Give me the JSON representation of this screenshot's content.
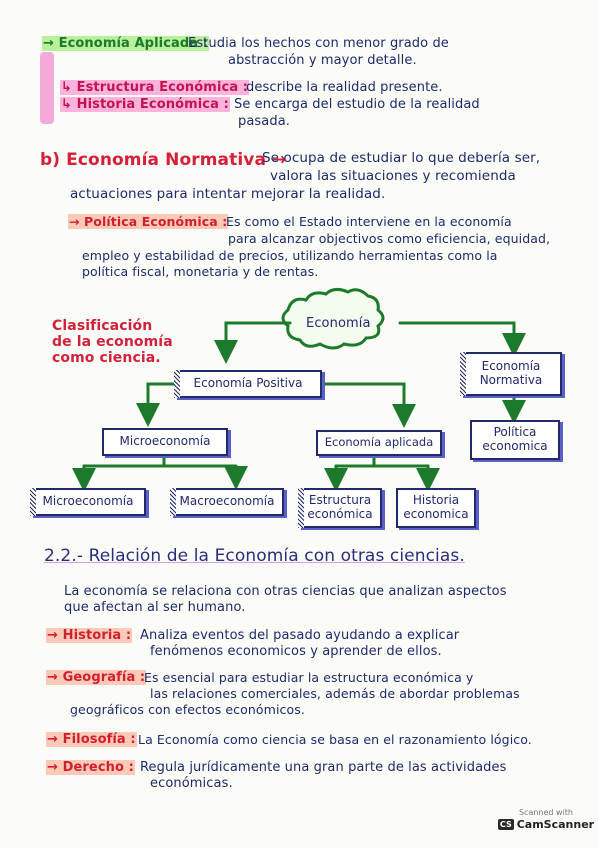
{
  "sec1": {
    "aplicada_term": "→ Economía Aplicada :",
    "aplicada_line1": "Estudia los hechos con menor grado de",
    "aplicada_line2": "abstracción y mayor detalle.",
    "estructura_term": "↳ Estructura Económica :",
    "estructura_desc": "describe la realidad presente.",
    "historia_term": "↳ Historia Económica :",
    "historia_line1": "Se encarga del estudio de la realidad",
    "historia_line2": "pasada."
  },
  "sec2": {
    "normativa_title": "b) Economía Normativa →",
    "normativa_line1": "Se ocupa de estudiar lo que debería ser,",
    "normativa_line2": "valora las situaciones y recomienda",
    "normativa_line3": "actuaciones para intentar mejorar la realidad.",
    "politica_term": "→ Política Económica :",
    "politica_line1": "Es como el Estado interviene en la economía",
    "politica_line2": "para alcanzar objectivos como eficiencia, equidad,",
    "politica_line3": "empleo y estabilidad de precios, utilizando herramientas como la",
    "politica_line4": "política fiscal, monetaria y de rentas."
  },
  "diagram": {
    "label": [
      "Clasificación",
      "de la economía",
      "como ciencia."
    ],
    "root": "Economía",
    "positiva": "Economía Positiva",
    "normativa": [
      "Economía",
      "Normativa"
    ],
    "micro_parent": "Microeconomía",
    "aplicada": "Economía aplicada",
    "politica": [
      "Política",
      "economica"
    ],
    "micro_child": "Microeconomía",
    "macro_child": "Macroeconomía",
    "estructura": [
      "Estructura",
      "económica"
    ],
    "historia": [
      "Historia",
      "economica"
    ]
  },
  "sec3": {
    "heading": "2.2.- Relación de la Economía con otras ciencias.",
    "intro_line1": "La economía se relaciona con otras ciencias que analizan aspectos",
    "intro_line2": "que afectan al ser humano.",
    "items": [
      {
        "term": "→ Historia :",
        "lines": [
          "Analiza eventos del pasado ayudando a explicar",
          "fenómenos economicos y aprender de ellos."
        ]
      },
      {
        "term": "→ Geografía :",
        "lines": [
          "Es esencial para estudiar la estructura económica y",
          "las relaciones comerciales, además de abordar problemas",
          "geográficos con efectos económicos."
        ]
      },
      {
        "term": "→ Filosofía :",
        "lines": [
          "La Economía como ciencia se basa en el razonamiento lógico."
        ]
      },
      {
        "term": "→ Derecho :",
        "lines": [
          "Regula jurídicamente una gran parte de las actividades",
          "económicas."
        ]
      }
    ]
  },
  "footer": {
    "scanned_with": "Scanned with",
    "brand": "CamScanner",
    "logo_text": "CS"
  },
  "colors": {
    "ink": "#1d2b6b",
    "green": "#1c7a2a",
    "red": "#d6203a",
    "pink_highlight": "#ffb3dc",
    "green_highlight": "#b9f09b"
  }
}
